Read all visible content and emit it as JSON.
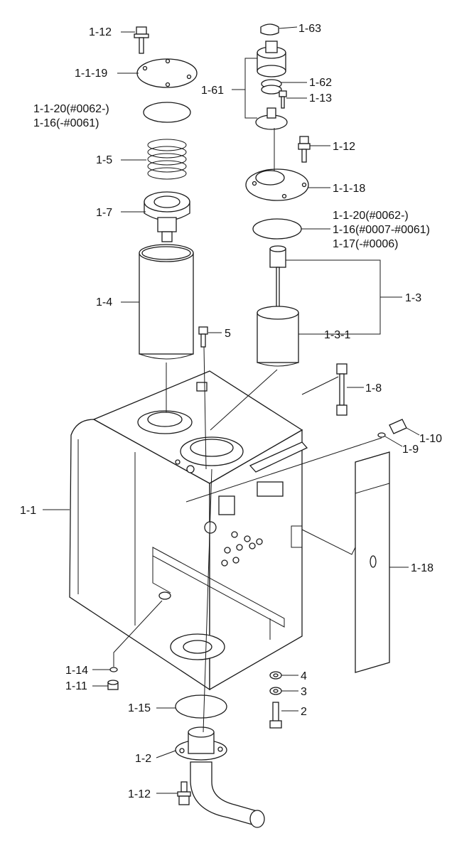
{
  "figure": {
    "callouts": {
      "p_1_12_top": "1-12",
      "p_1_1_19": "1-1-19",
      "p_1_1_20_left": "1-1-20(#0062-)",
      "p_1_16_left": "1-16(-#0061)",
      "p_1_5": "1-5",
      "p_1_7": "1-7",
      "p_1_4": "1-4",
      "p_5": "5",
      "p_1_63": "1-63",
      "p_1_61": "1-61",
      "p_1_62": "1-62",
      "p_1_13": "1-13",
      "p_1_12_right": "1-12",
      "p_1_1_18": "1-1-18",
      "p_1_1_20_right": "1-1-20(#0062-)",
      "p_1_16_right": "1-16(#0007-#0061)",
      "p_1_17": "1-17(-#0006)",
      "p_1_3": "1-3",
      "p_1_3_1": "1-3-1",
      "p_1_8": "1-8",
      "p_1_10": "1-10",
      "p_1_9": "1-9",
      "p_1_1": "1-1",
      "p_1_18": "1-18",
      "p_1_14": "1-14",
      "p_4": "4",
      "p_1_11": "1-11",
      "p_3": "3",
      "p_1_15": "1-15",
      "p_2": "2",
      "p_1_2": "1-2",
      "p_1_12_bottom": "1-12"
    }
  }
}
